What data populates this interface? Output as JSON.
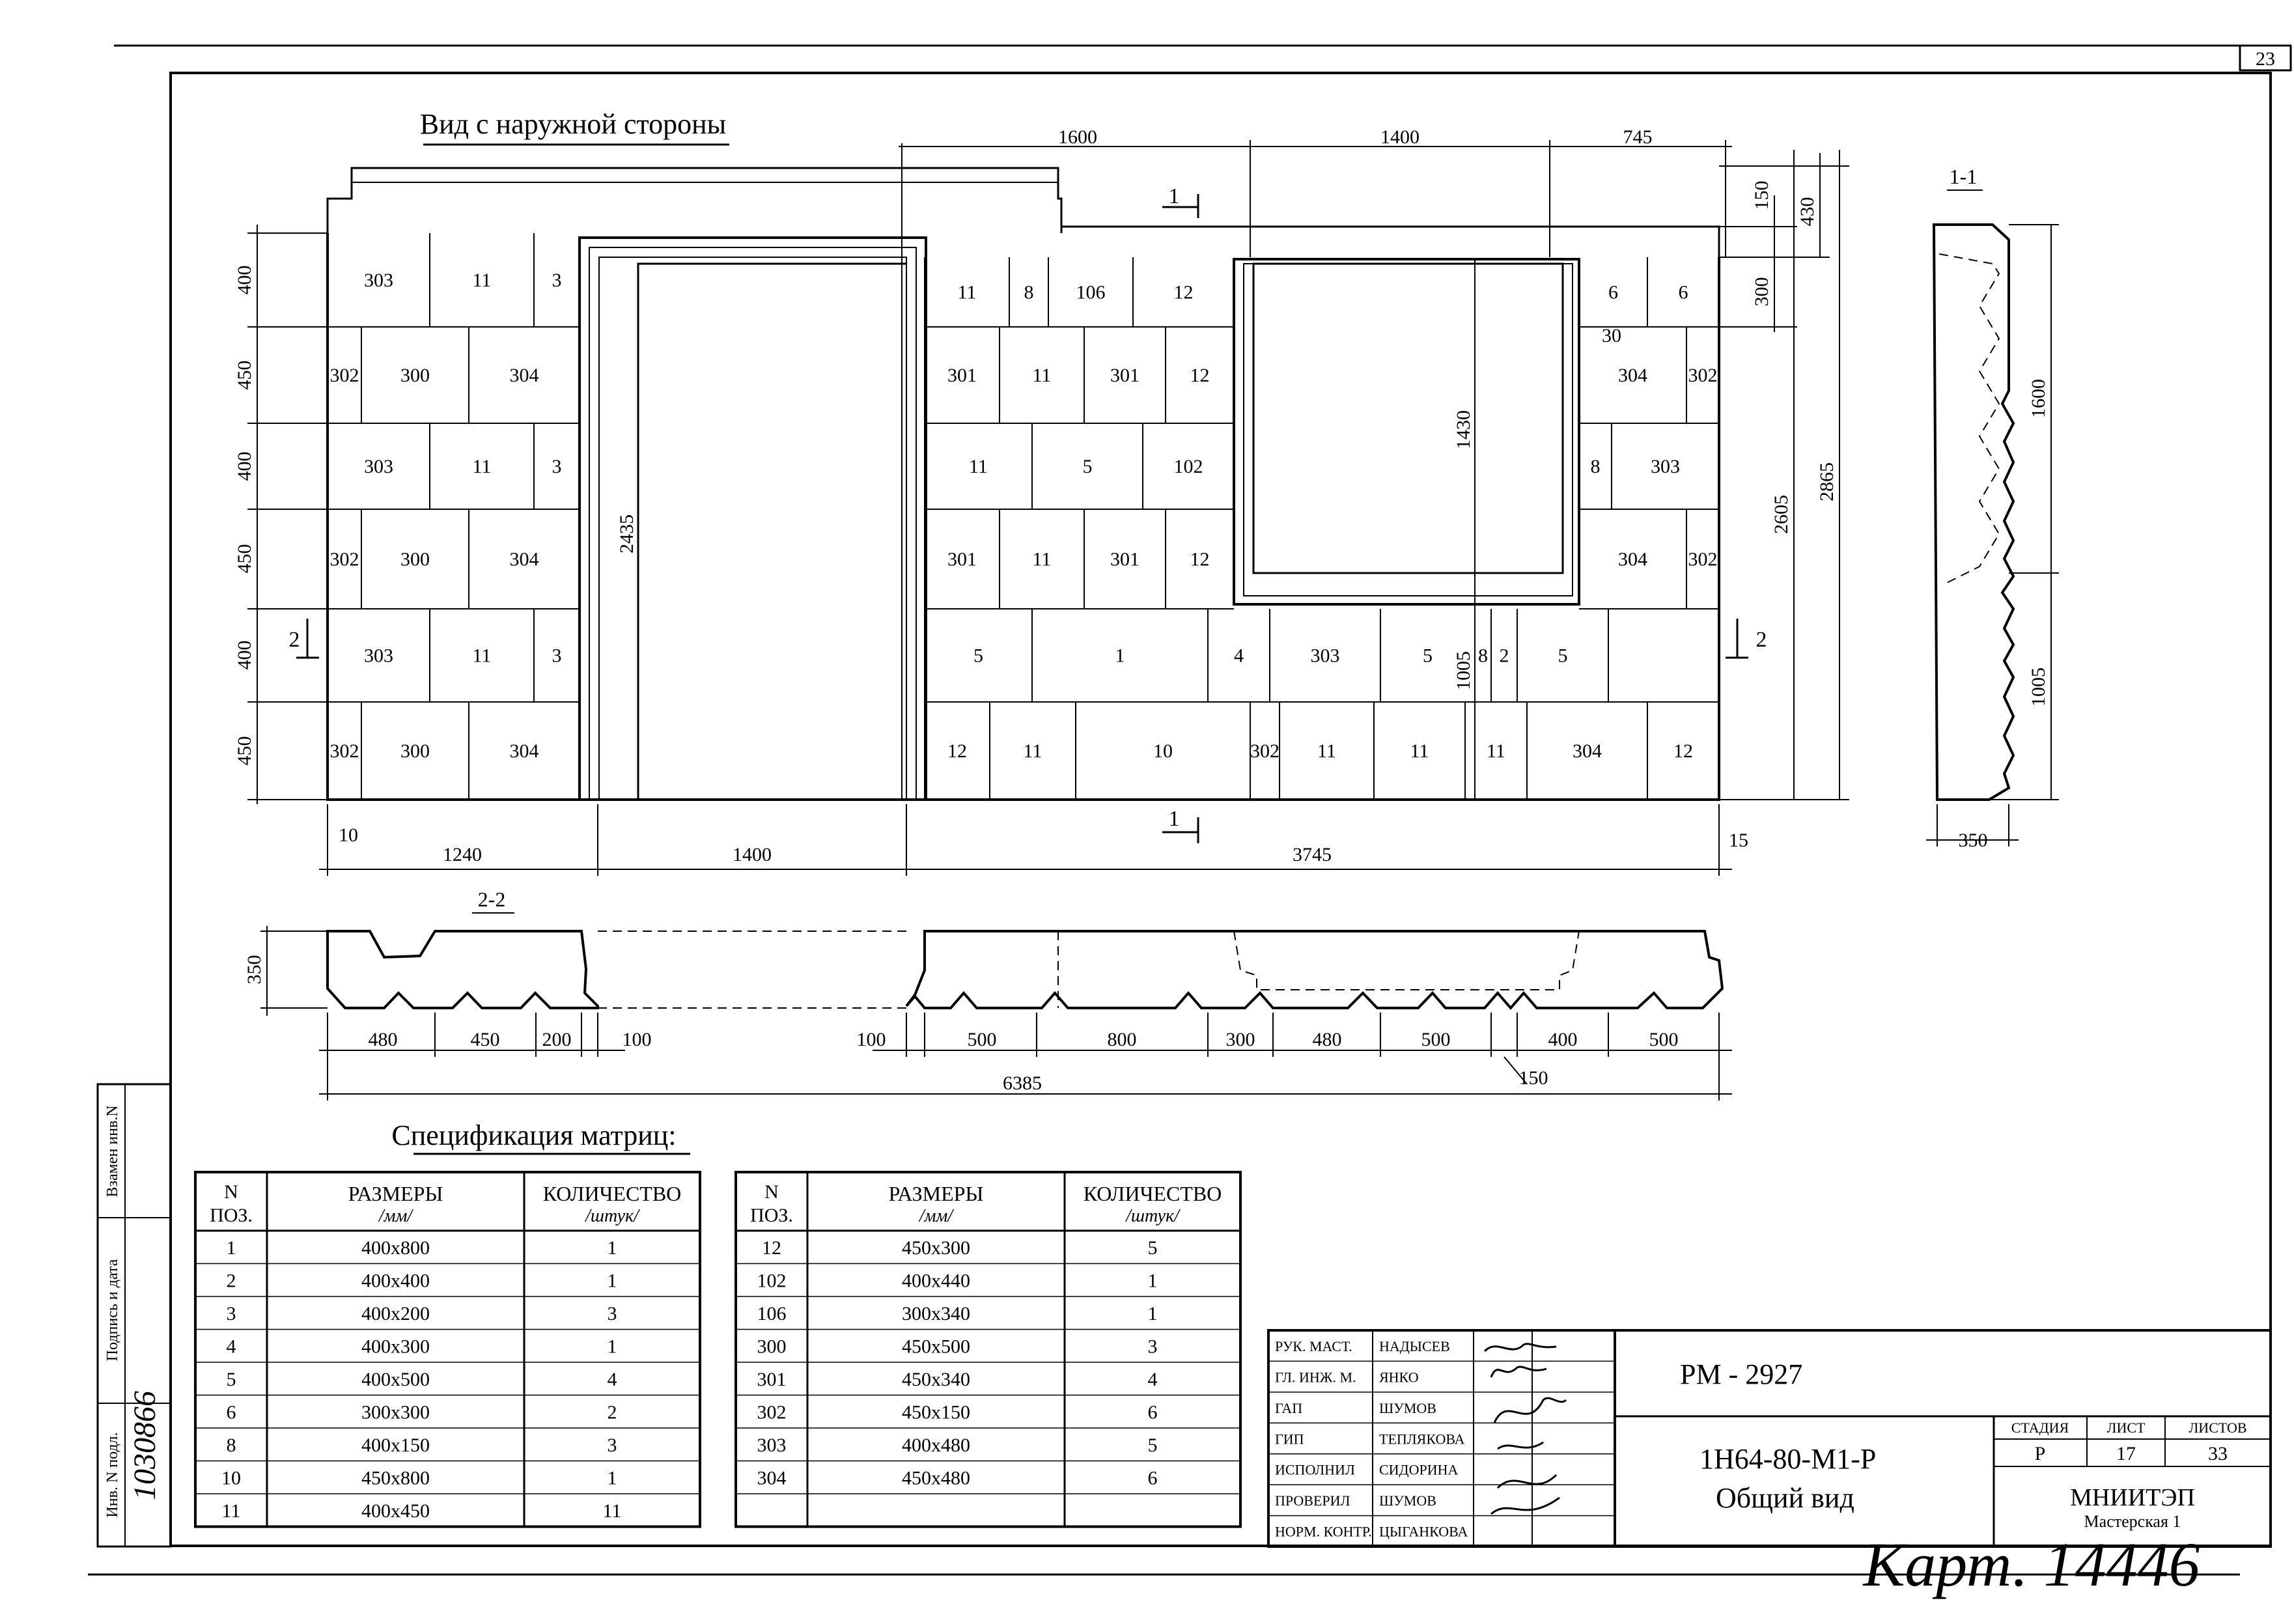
{
  "sheet_number": "23",
  "elevation": {
    "title": "Вид с наружной стороны",
    "top_dims": [
      "1600",
      "1400",
      "745"
    ],
    "right_dims": [
      "150",
      "430",
      "300",
      "30",
      "2605",
      "2865"
    ],
    "left_dims": [
      "400",
      "450",
      "400",
      "450",
      "400",
      "450"
    ],
    "inner_dims": [
      "2435",
      "1430",
      "1005"
    ],
    "bottom_dims": [
      "10",
      "1240",
      "1400",
      "3745",
      "15"
    ],
    "section_marks": [
      "1",
      "1",
      "2",
      "2"
    ],
    "left_block": [
      [
        "303",
        "11",
        "3"
      ],
      [
        "302",
        "300",
        "304"
      ],
      [
        "303",
        "11",
        "3"
      ],
      [
        "302",
        "300",
        "304"
      ],
      [
        "303",
        "11",
        "3"
      ],
      [
        "302",
        "300",
        "304"
      ]
    ],
    "mid_block": [
      [
        "11",
        "8",
        "106",
        "12"
      ],
      [
        "301",
        "11",
        "301",
        "12"
      ],
      [
        "11",
        "5",
        "102"
      ],
      [
        "301",
        "11",
        "301",
        "12"
      ],
      [
        "5",
        "1",
        "4",
        "303",
        "5",
        "8",
        "2",
        "5"
      ],
      [
        "12",
        "11",
        "10",
        "302",
        "11",
        "11",
        "11",
        "304",
        "12"
      ]
    ],
    "right_block": [
      [
        "6",
        "6"
      ],
      [
        "304",
        "302"
      ],
      [
        "8",
        "303"
      ],
      [
        "304",
        "302"
      ]
    ]
  },
  "section_1_1": {
    "label": "1-1",
    "dims": [
      "1600",
      "1005",
      "350"
    ]
  },
  "section_2_2": {
    "label": "2-2",
    "height_dim": "350",
    "dims": [
      "480",
      "450",
      "200",
      "100",
      "100",
      "500",
      "800",
      "300",
      "480",
      "500",
      "400",
      "500",
      "150"
    ],
    "overall": "6385"
  },
  "spec": {
    "title": "Спецификация матриц:",
    "header": {
      "pos": "N ПОЗ.",
      "size": "РАЗМЕРЫ",
      "size_unit": "/мм/",
      "qty": "КОЛИЧЕСТВО",
      "qty_unit": "/штук/"
    },
    "table_left": [
      [
        "1",
        "400x800",
        "1"
      ],
      [
        "2",
        "400x400",
        "1"
      ],
      [
        "3",
        "400x200",
        "3"
      ],
      [
        "4",
        "400x300",
        "1"
      ],
      [
        "5",
        "400x500",
        "4"
      ],
      [
        "6",
        "300x300",
        "2"
      ],
      [
        "8",
        "400x150",
        "3"
      ],
      [
        "10",
        "450x800",
        "1"
      ],
      [
        "11",
        "400x450",
        "11"
      ]
    ],
    "table_right": [
      [
        "12",
        "450x300",
        "5"
      ],
      [
        "102",
        "400x440",
        "1"
      ],
      [
        "106",
        "300x340",
        "1"
      ],
      [
        "300",
        "450x500",
        "3"
      ],
      [
        "301",
        "450x340",
        "4"
      ],
      [
        "302",
        "450x150",
        "6"
      ],
      [
        "303",
        "400x480",
        "5"
      ],
      [
        "304",
        "450x480",
        "6"
      ]
    ]
  },
  "side_stamp": {
    "labels": [
      "Взамен инв.N",
      "Подпись и дата",
      "Инв. N подл."
    ],
    "inventory_number": "1030866"
  },
  "title_block": {
    "roles": [
      [
        "РУК. МАСТ.",
        "НАДЫСЕВ"
      ],
      [
        "ГЛ. ИНЖ. М.",
        "ЯНКО"
      ],
      [
        "ГАП",
        "ШУМОВ"
      ],
      [
        "ГИП",
        "ТЕПЛЯКОВА"
      ],
      [
        "ИСПОЛНИЛ",
        "СИДОРИНА"
      ],
      [
        "ПРОВЕРИЛ",
        "ШУМОВ"
      ],
      [
        "НОРМ. КОНТР.",
        "ЦЫГАНКОВА"
      ]
    ],
    "project_code": "РМ - 2927",
    "drawing_code": "1Н64-80-М1-Р",
    "drawing_title": "Общий вид",
    "stage_headers": [
      "СТАДИЯ",
      "ЛИСТ",
      "ЛИСТОВ"
    ],
    "stage_values": [
      "Р",
      "17",
      "33"
    ],
    "org": "МНИИТЭП",
    "workshop": "Мастерская 1",
    "handwritten_note": "Карт. 14446"
  }
}
